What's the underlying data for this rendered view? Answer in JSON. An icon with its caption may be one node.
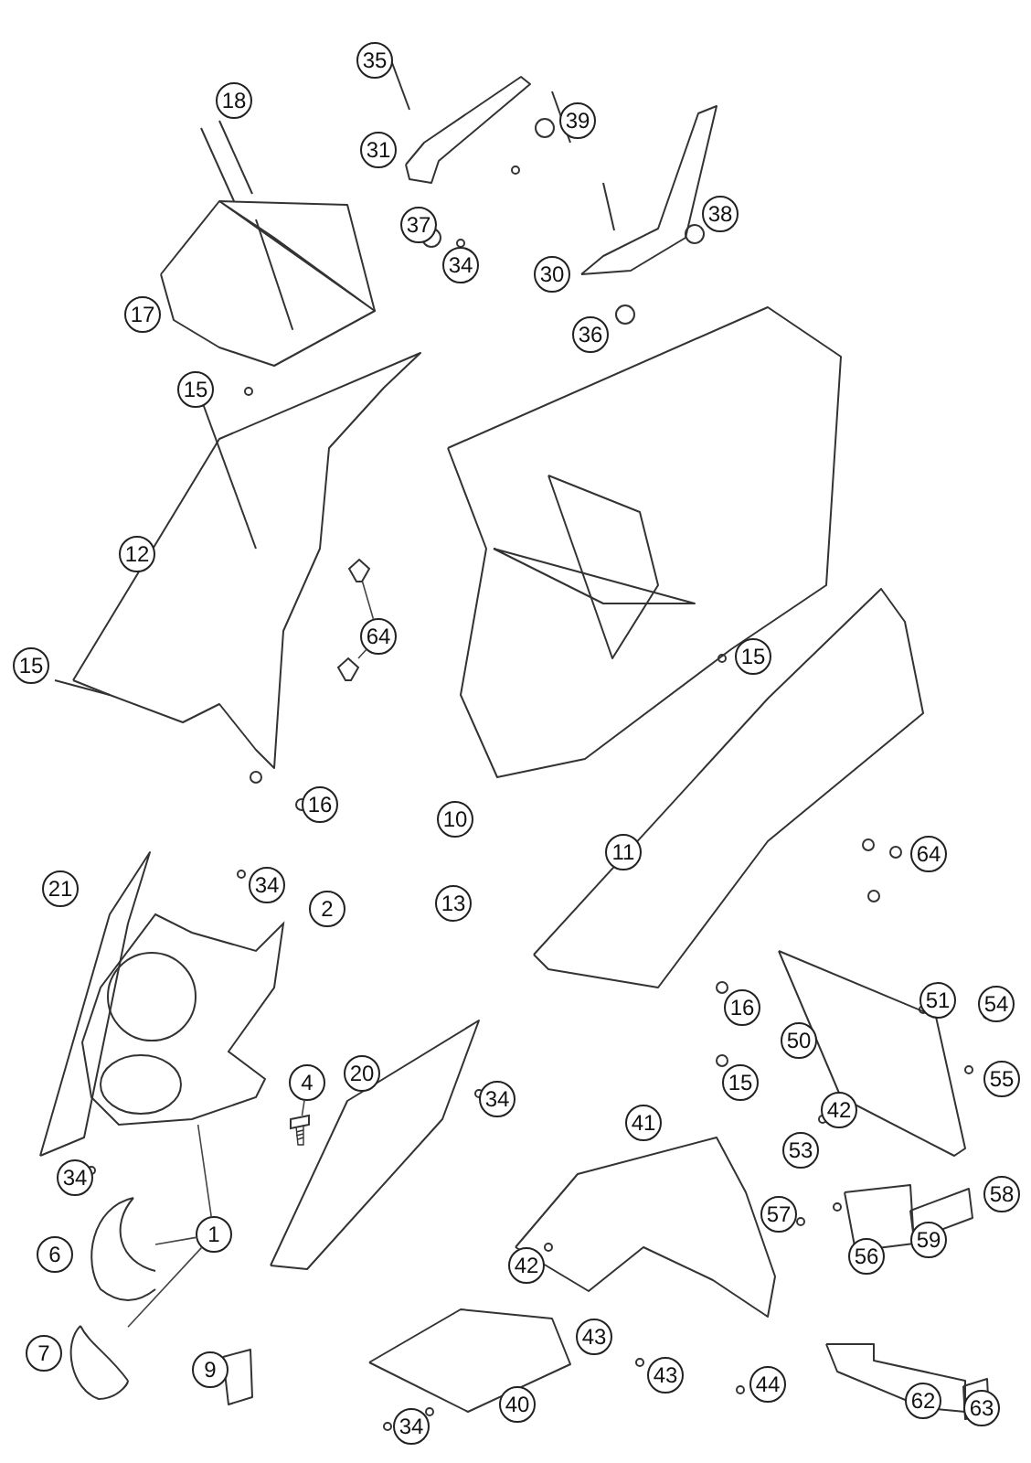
{
  "diagram": {
    "nodes": [
      {
        "text": [
          "64"
        ]
      },
      {
        "text": [],
        "shape": "picture"
      },
      {
        "text": [],
        "shape": "picture"
      },
      {
        "text": [],
        "shape": "picture"
      },
      {
        "text": [
          "4"
        ]
      },
      {
        "text": [],
        "shape": "picture"
      },
      {
        "text": [
          "1"
        ]
      },
      {
        "text": [],
        "shape": "picture"
      },
      {
        "text": [],
        "shape": "picture"
      },
      {
        "text": [
          "35"
        ]
      },
      {
        "text": [
          "18"
        ]
      },
      {
        "text": [
          "39"
        ]
      },
      {
        "text": [
          "31"
        ]
      },
      {
        "text": [
          "38"
        ]
      },
      {
        "text": [
          "37"
        ]
      },
      {
        "text": [
          "34"
        ]
      },
      {
        "text": [
          "30"
        ]
      },
      {
        "text": [
          "17"
        ]
      },
      {
        "text": [
          "36"
        ]
      },
      {
        "text": [
          "15"
        ]
      },
      {
        "text": [
          "12"
        ]
      },
      {
        "text": [
          "15"
        ]
      },
      {
        "text": [
          "15"
        ]
      },
      {
        "text": [
          "16"
        ]
      },
      {
        "text": [
          "10"
        ]
      },
      {
        "text": [
          "11"
        ]
      },
      {
        "text": [
          "64"
        ]
      },
      {
        "text": [
          "34"
        ]
      },
      {
        "text": [
          "21"
        ]
      },
      {
        "text": [
          "13"
        ]
      },
      {
        "text": [
          "2"
        ]
      },
      {
        "text": [
          "51"
        ]
      },
      {
        "text": [
          "54"
        ]
      },
      {
        "text": [
          "16"
        ]
      },
      {
        "text": [
          "50"
        ]
      },
      {
        "text": [
          "20"
        ]
      },
      {
        "text": [
          "55"
        ]
      },
      {
        "text": [
          "15"
        ]
      },
      {
        "text": [
          "34"
        ]
      },
      {
        "text": [
          "42"
        ]
      },
      {
        "text": [
          "41"
        ]
      },
      {
        "text": [
          "53"
        ]
      },
      {
        "text": [
          "34"
        ]
      },
      {
        "text": [
          "58"
        ]
      },
      {
        "text": [
          "57"
        ]
      },
      {
        "text": [
          "59"
        ]
      },
      {
        "text": [
          "6"
        ]
      },
      {
        "text": [
          "42"
        ]
      },
      {
        "text": [
          "56"
        ]
      },
      {
        "text": [
          "43"
        ]
      },
      {
        "text": [
          "7"
        ]
      },
      {
        "text": [
          "9"
        ]
      },
      {
        "text": [
          "43"
        ]
      },
      {
        "text": [
          "44"
        ]
      },
      {
        "text": [
          "62"
        ]
      },
      {
        "text": [
          "63"
        ]
      },
      {
        "text": [
          "40"
        ]
      },
      {
        "text": [
          "34"
        ]
      }
    ],
    "edges": [
      {
        "from": 0,
        "to": 1,
        "arrow": "none"
      },
      {
        "from": 0,
        "to": 2,
        "arrow": "none"
      },
      {
        "from": 6,
        "to": 3,
        "arrow": "none"
      },
      {
        "from": 6,
        "to": 7,
        "arrow": "none"
      },
      {
        "from": 6,
        "to": 8,
        "arrow": "none"
      },
      {
        "from": 4,
        "to": 5,
        "arrow": "none"
      }
    ]
  }
}
